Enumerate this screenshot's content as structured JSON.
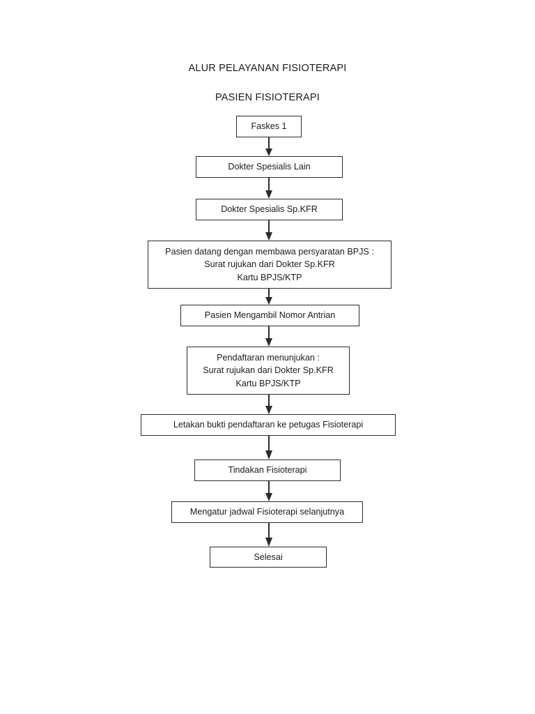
{
  "document": {
    "title": "ALUR PELAYANAN FISIOTERAPI",
    "subtitle": "PASIEN FISIOTERAPI",
    "background_color": "#ffffff",
    "line_color": "#2b2b2b",
    "text_color": "#1c1c1c"
  },
  "chart_data": {
    "type": "diagram",
    "diagram_kind": "flowchart",
    "orientation": "top-to-bottom",
    "title": "ALUR PELAYANAN FISIOTERAPI",
    "subtitle": "PASIEN FISIOTERAPI",
    "nodes": [
      {
        "id": "n1",
        "label": "Faskes 1",
        "shape": "rectangle"
      },
      {
        "id": "n2",
        "label": "Dokter Spesialis Lain",
        "shape": "rectangle"
      },
      {
        "id": "n3",
        "label": "Dokter Spesialis Sp.KFR",
        "shape": "rectangle"
      },
      {
        "id": "n4",
        "label": "Pasien datang dengan membawa persyaratan BPJS :\nSurat rujukan dari Dokter Sp.KFR\nKartu BPJS/KTP",
        "shape": "rectangle"
      },
      {
        "id": "n5",
        "label": "Pasien Mengambil Nomor Antrian",
        "shape": "rectangle"
      },
      {
        "id": "n6",
        "label": "Pendaftaran menunjukan :\nSurat rujukan dari Dokter Sp.KFR\nKartu BPJS/KTP",
        "shape": "rectangle"
      },
      {
        "id": "n7",
        "label": "Letakan bukti pendaftaran ke petugas Fisioterapi",
        "shape": "rectangle"
      },
      {
        "id": "n8",
        "label": "Tindakan Fisioterapi",
        "shape": "rectangle"
      },
      {
        "id": "n9",
        "label": "Mengatur jadwal Fisioterapi selanjutnya",
        "shape": "rectangle"
      },
      {
        "id": "n10",
        "label": "Selesai",
        "shape": "rectangle"
      }
    ],
    "edges": [
      {
        "from": "n1",
        "to": "n2",
        "style": "solid-arrow"
      },
      {
        "from": "n2",
        "to": "n3",
        "style": "solid-arrow"
      },
      {
        "from": "n3",
        "to": "n4",
        "style": "solid-arrow"
      },
      {
        "from": "n4",
        "to": "n5",
        "style": "solid-arrow"
      },
      {
        "from": "n5",
        "to": "n6",
        "style": "solid-arrow"
      },
      {
        "from": "n6",
        "to": "n7",
        "style": "solid-arrow"
      },
      {
        "from": "n7",
        "to": "n8",
        "style": "solid-arrow"
      },
      {
        "from": "n8",
        "to": "n9",
        "style": "solid-arrow"
      },
      {
        "from": "n9",
        "to": "n10",
        "style": "solid-arrow"
      }
    ]
  }
}
